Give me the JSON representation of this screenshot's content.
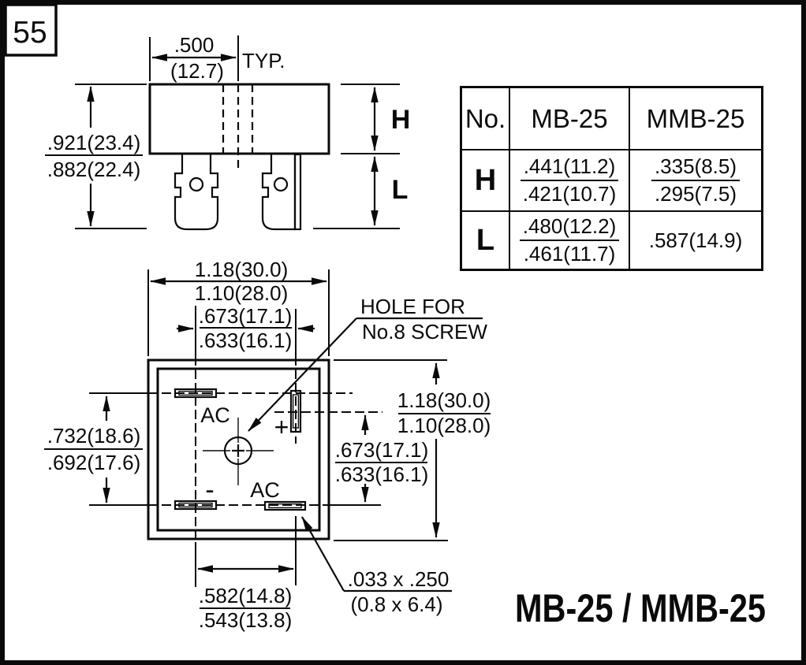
{
  "page": {
    "number": "55",
    "part_title": "MB-25 / MMB-25"
  },
  "table": {
    "headers": [
      "No.",
      "MB-25",
      "MMB-25"
    ],
    "rows": [
      {
        "name": "H",
        "mb25": {
          "max": ".441(11.2)",
          "min": ".421(10.7)"
        },
        "mmb25": {
          "max": ".335(8.5)",
          "min": ".295(7.5)"
        }
      },
      {
        "name": "L",
        "mb25": {
          "max": ".480(12.2)",
          "min": ".461(11.7)"
        },
        "mmb25": {
          "value": ".587(14.9)"
        }
      }
    ]
  },
  "side_view": {
    "pitch": {
      "top": ".500",
      "bottom": "(12.7)",
      "note": "TYP."
    },
    "height": {
      "top": ".921(23.4)",
      "bottom": ".882(22.4)"
    },
    "h_label": "H",
    "l_label": "L"
  },
  "top_view": {
    "width": {
      "top": "1.18(30.0)",
      "bottom": "1.10(28.0)"
    },
    "pin_span_top": {
      "top": ".673(17.1)",
      "bottom": ".633(16.1)"
    },
    "height": {
      "top": "1.18(30.0)",
      "bottom": "1.10(28.0)"
    },
    "pin_span_right": {
      "top": ".673(17.1)",
      "bottom": ".633(16.1)"
    },
    "mount_span_left": {
      "top": ".732(18.6)",
      "bottom": ".692(17.6)"
    },
    "pin_span_bottom": {
      "top": ".582(14.8)",
      "bottom": ".543(13.8)"
    },
    "hole_note": {
      "line1": "HOLE FOR",
      "line2": "No.8 SCREW"
    },
    "terminal_note": {
      "line1": ".033 x .250",
      "line2": "(0.8 x 6.4)"
    },
    "labels": {
      "ac_top": "AC",
      "plus": "+",
      "minus": "-",
      "ac_bottom": "AC"
    }
  }
}
